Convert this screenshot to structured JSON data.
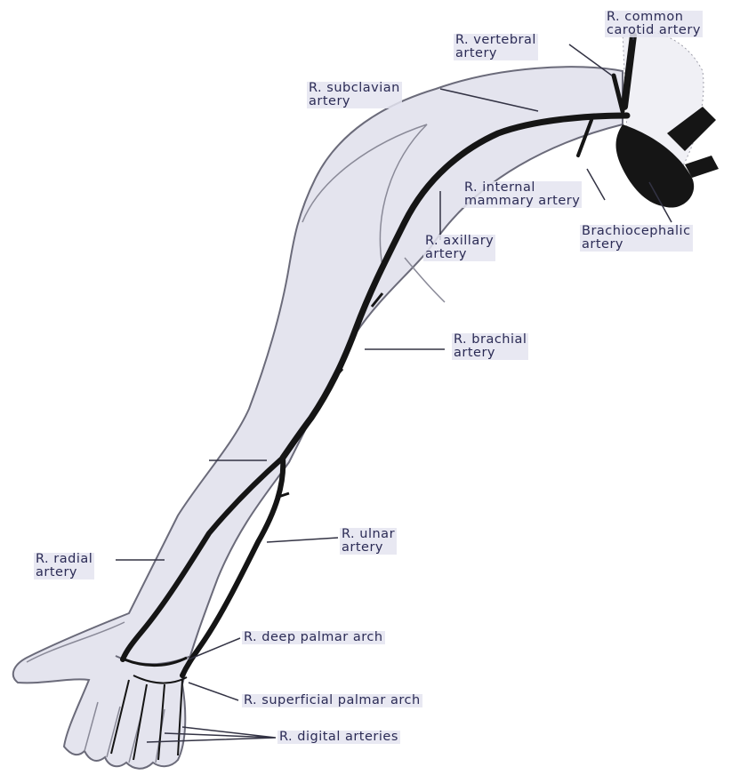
{
  "figure": {
    "colors": {
      "background": "#ffffff",
      "limb_fill": "#e4e4ee",
      "limb_outline": "#6b6b7a",
      "artery": "#151515",
      "label_text": "#2b2b55",
      "leader_line": "#333344"
    },
    "labels": {
      "common_carotid": {
        "line1": "R. common",
        "line2": "carotid artery"
      },
      "vertebral": {
        "line1": "R. vertebral",
        "line2": "artery"
      },
      "subclavian": {
        "line1": "R. subclavian",
        "line2": "artery"
      },
      "internal_mammary": {
        "line1": "R. internal",
        "line2": "mammary artery"
      },
      "brachiocephalic": {
        "line1": "Brachiocephalic",
        "line2": "artery"
      },
      "axillary": {
        "line1": "R. axillary",
        "line2": "artery"
      },
      "brachial": {
        "line1": "R. brachial",
        "line2": "artery"
      },
      "ulnar": {
        "line1": "R. ulnar",
        "line2": "artery"
      },
      "radial": {
        "line1": "R. radial",
        "line2": "artery"
      },
      "deep_palmar_arch": "R. deep palmar arch",
      "superficial_palmar_arch": "R. superficial palmar arch",
      "digital_arteries": "R. digital arteries"
    }
  }
}
